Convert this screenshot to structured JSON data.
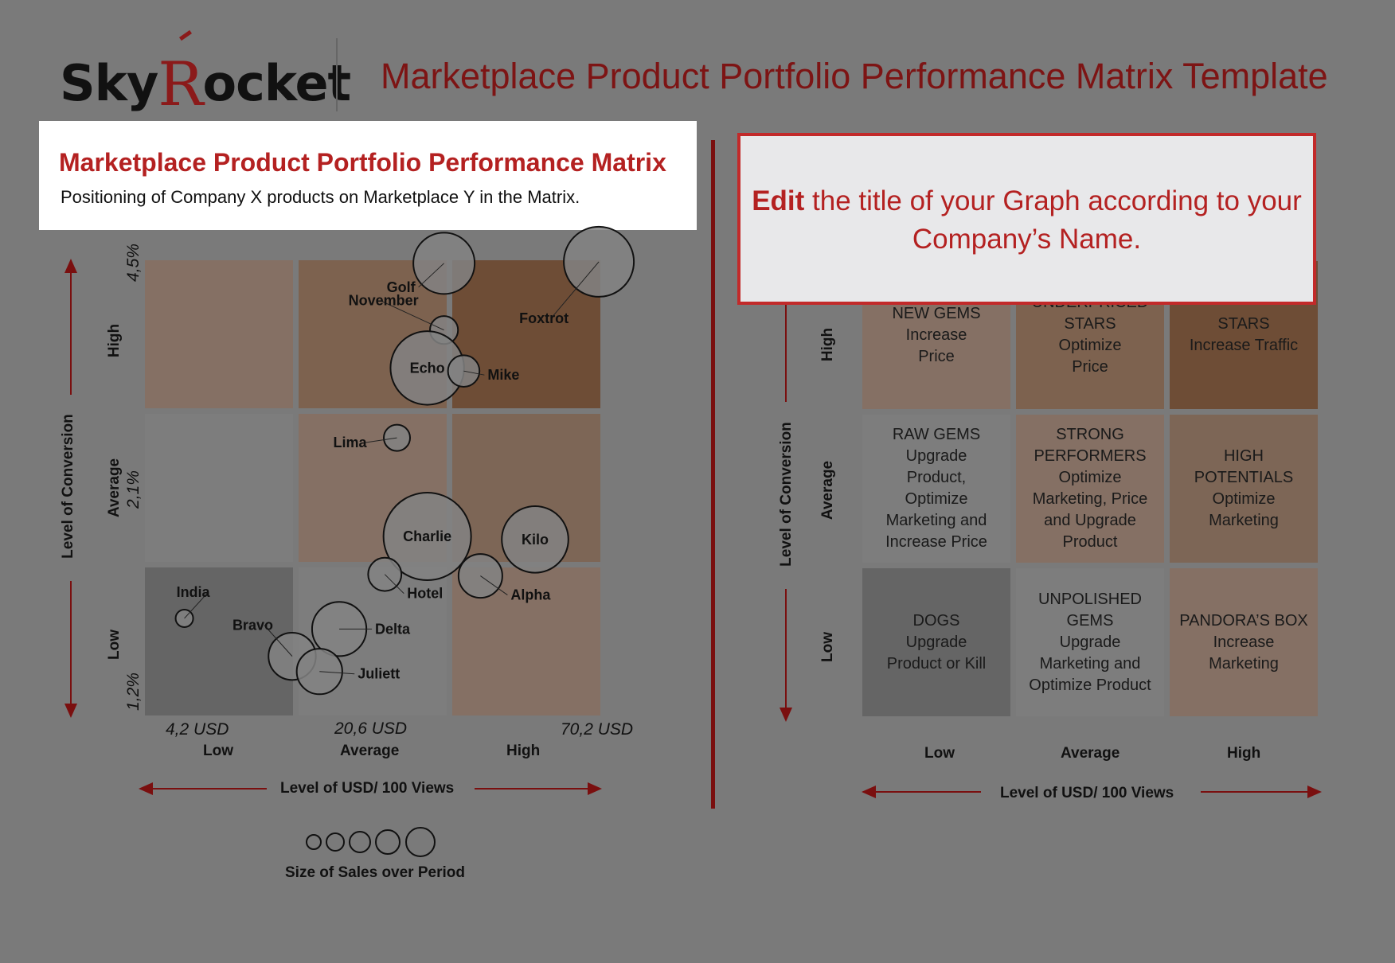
{
  "header": {
    "logo_text_a": "Sky",
    "logo_text_r": "R",
    "logo_text_b": "ocket",
    "title": "Marketplace Product Portfolio Performance Matrix Template"
  },
  "left_panel": {
    "title": "Marketplace Product Portfolio Performance Matrix",
    "subtitle": "Positioning of Company X products on Marketplace Y in the Matrix.",
    "y_axis_label": "Level of Conversion",
    "x_axis_label": "Level of USD/ 100 Views",
    "y_levels": [
      "High",
      "Average",
      "Low"
    ],
    "x_levels": [
      "Low",
      "Average",
      "High"
    ],
    "y_ticks": [
      "4,5%",
      "2,1%",
      "1,2%"
    ],
    "x_ticks": [
      "4,2 USD",
      "20,6 USD",
      "70,2 USD"
    ],
    "size_legend_label": "Size of Sales over Period"
  },
  "callout": {
    "bold": "Edit",
    "rest": " the title of your Graph according to your Company’s Name."
  },
  "right_panel": {
    "y_axis_label": "Level of Conversion",
    "x_axis_label": "Level of USD/ 100 Views",
    "y_levels": [
      "High",
      "Average",
      "Low"
    ],
    "x_levels": [
      "Low",
      "Average",
      "High"
    ],
    "cells": [
      [
        "NEW GEMS\nIncrease\nPrice",
        "UNDERPRICED\nSTARS\nOptimize\nPrice",
        "STARS\nIncrease Traffic"
      ],
      [
        "RAW GEMS\nUpgrade\nProduct,\nOptimize\nMarketing and\nIncrease Price",
        "STRONG\nPERFORMERS\nOptimize\nMarketing, Price\nand Upgrade\nProduct",
        "HIGH\nPOTENTIALS\nOptimize\nMarketing"
      ],
      [
        "DOGS\nUpgrade\nProduct or Kill",
        "UNPOLISHED\nGEMS\nUpgrade\nMarketing and\nOptimize Product",
        "PANDORA’S BOX\nIncrease\nMarketing"
      ]
    ]
  },
  "colors": {
    "background": "#7a7a7a",
    "accent_red": "#b42121",
    "dark_red": "#7a0f0f",
    "cell_colors": [
      [
        "#857064",
        "#7d624f",
        "#6e4d36"
      ],
      [
        "#7d7d7d",
        "#857064",
        "#7d6656"
      ],
      [
        "#656565",
        "#7d7d7d",
        "#857064"
      ]
    ]
  },
  "chart_data": {
    "type": "scatter",
    "x_scale": "categorical bands Low/Average/High (USD per 100 views)",
    "y_scale": "categorical bands Low/Average/High (conversion)",
    "x_ticks": [
      "4,2 USD",
      "20,6 USD",
      "70,2 USD"
    ],
    "y_ticks": [
      "4,5%",
      "2,1%",
      "1,2%"
    ],
    "size_encoding": "Size of Sales over Period",
    "points": [
      {
        "name": "Golf",
        "x": 1.97,
        "y": 2.98,
        "size": 3.5
      },
      {
        "name": "Foxtrot",
        "x": 2.99,
        "y": 2.99,
        "size": 4.0
      },
      {
        "name": "November",
        "x": 1.97,
        "y": 2.54,
        "size": 1.6
      },
      {
        "name": "Echo",
        "x": 1.86,
        "y": 2.29,
        "size": 4.2
      },
      {
        "name": "Mike",
        "x": 2.1,
        "y": 2.27,
        "size": 1.8
      },
      {
        "name": "Lima",
        "x": 1.66,
        "y": 1.83,
        "size": 1.5
      },
      {
        "name": "Charlie",
        "x": 1.86,
        "y": 1.18,
        "size": 5.0
      },
      {
        "name": "Kilo",
        "x": 2.57,
        "y": 1.16,
        "size": 3.8
      },
      {
        "name": "Hotel",
        "x": 1.58,
        "y": 0.93,
        "size": 1.9
      },
      {
        "name": "Alpha",
        "x": 2.21,
        "y": 0.92,
        "size": 2.5
      },
      {
        "name": "India",
        "x": 0.26,
        "y": 0.64,
        "size": 1.0
      },
      {
        "name": "Delta",
        "x": 1.28,
        "y": 0.57,
        "size": 3.1
      },
      {
        "name": "Bravo",
        "x": 0.97,
        "y": 0.39,
        "size": 2.7
      },
      {
        "name": "Juliett",
        "x": 1.15,
        "y": 0.29,
        "size": 2.6
      }
    ]
  }
}
